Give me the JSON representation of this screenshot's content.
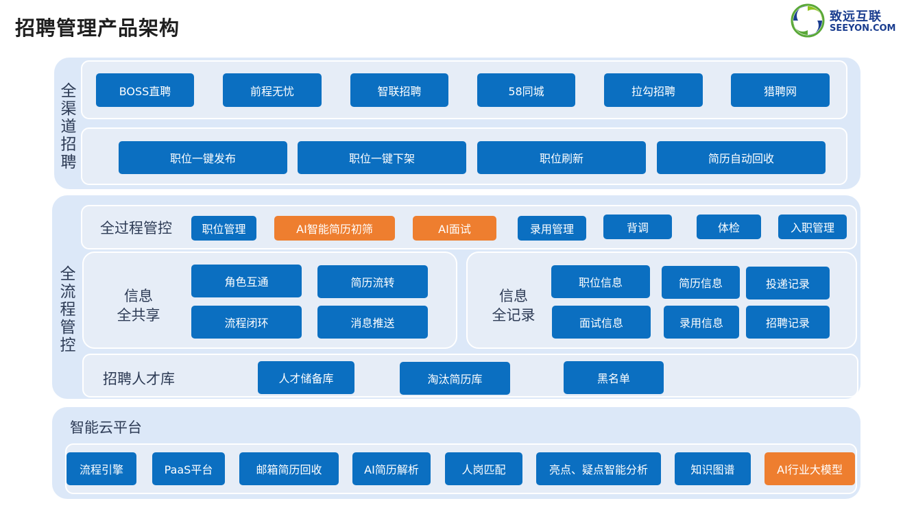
{
  "title": "招聘管理产品架构",
  "logo": {
    "cn": "致远互联",
    "en": "SEEYON.COM",
    "icon": "seeyon-swirl-logo",
    "colors": [
      "#5aa838",
      "#1a3d8f",
      "#8fc31f"
    ]
  },
  "colors": {
    "button_blue": "#0b6fc1",
    "button_orange": "#ee7e2f",
    "section_bg": "#dce8f8",
    "panel_bg": "#e6edf7"
  },
  "channel": {
    "label": "全渠道招聘",
    "platforms": [
      "BOSS直聘",
      "前程无忧",
      "智联招聘",
      "58同城",
      "拉勾招聘",
      "猎聘网"
    ],
    "actions": [
      "职位一键发布",
      "职位一键下架",
      "职位刷新",
      "简历自动回收"
    ]
  },
  "process": {
    "label": "全流程管控",
    "control": {
      "label": "全过程管控",
      "items": [
        "职位管理",
        "AI智能简历初筛",
        "AI面试",
        "录用管理",
        "背调",
        "体检",
        "入职管理"
      ]
    },
    "share": {
      "label": "信息\n全共享",
      "items": [
        "角色互通",
        "简历流转",
        "流程闭环",
        "消息推送"
      ]
    },
    "record": {
      "label": "信息\n全记录",
      "items": [
        "职位信息",
        "简历信息",
        "投递记录",
        "面试信息",
        "录用信息",
        "招聘记录"
      ]
    },
    "talent": {
      "label": "招聘人才库",
      "items": [
        "人才储备库",
        "淘汰简历库",
        "黑名单"
      ]
    }
  },
  "cloud": {
    "label": "智能云平台",
    "items": [
      "流程引擎",
      "PaaS平台",
      "邮箱简历回收",
      "AI简历解析",
      "人岗匹配",
      "亮点、疑点智能分析",
      "知识图谱",
      "AI行业大模型"
    ]
  }
}
